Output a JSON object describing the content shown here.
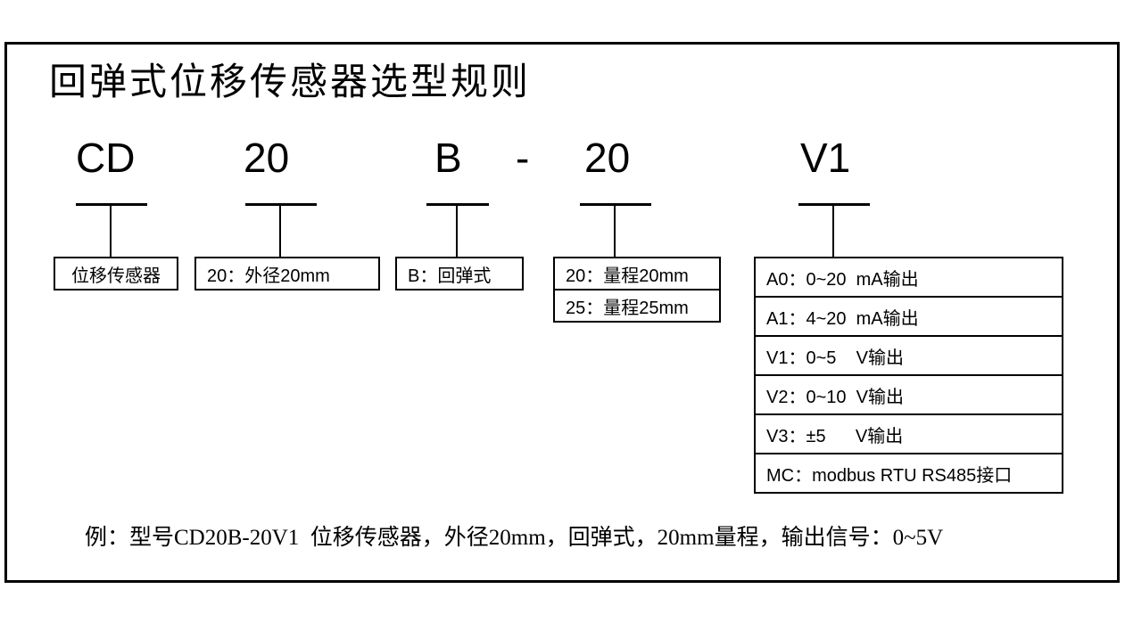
{
  "title": "回弹式位移传感器选型规则",
  "code": {
    "parts": [
      {
        "label": "CD"
      },
      {
        "label": "20"
      },
      {
        "label": "B"
      },
      {
        "label": "-"
      },
      {
        "label": "20"
      },
      {
        "label": "V1"
      }
    ]
  },
  "boxes": {
    "sensor": "位移传感器",
    "diameter": "20：外径20mm",
    "type": "B：回弹式",
    "range": [
      "20：量程20mm",
      "25：量程25mm"
    ],
    "output": [
      "A0：0~20  mA输出",
      "A1：4~20  mA输出",
      "V1：0~5    V输出",
      "V2：0~10  V输出",
      "V3：±5      V输出",
      "MC：modbus RTU RS485接口"
    ]
  },
  "example": "例：型号CD20B-20V1  位移传感器，外径20mm，回弹式，20mm量程，输出信号：0~5V"
}
